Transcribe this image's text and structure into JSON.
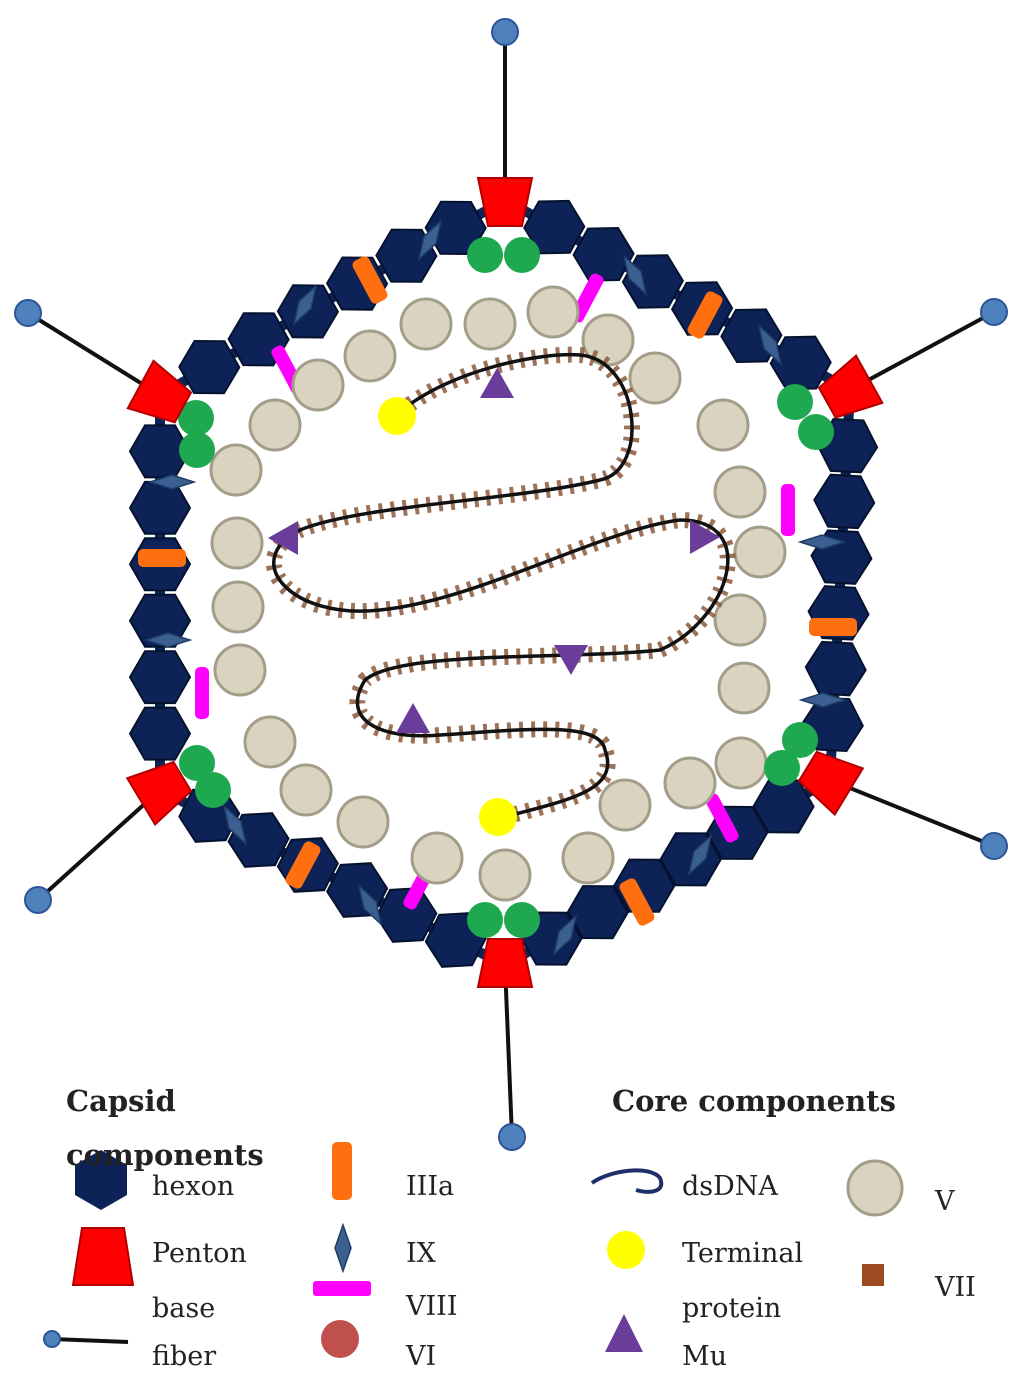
{
  "diagram": {
    "legend": {
      "capsid_heading": "Capsid",
      "capsid_heading_2": "components",
      "core_heading": "Core components",
      "items": {
        "hexon": "hexon",
        "penton": "Penton",
        "base": "base",
        "fiber": "fiber",
        "iiia": "IIIa",
        "ix": "IX",
        "viii": "VIII",
        "vi": "VI",
        "dsdna": "dsDNA",
        "terminal": "Terminal",
        "protein": "protein",
        "mu": "Mu",
        "v": "V",
        "vii": "VII"
      }
    },
    "colors": {
      "hexon": "#0d2257",
      "penton": "#ff0000",
      "penton_stroke": "#b00000",
      "fiber": "#111111",
      "fiber_knob": "#4f81bd",
      "iiia": "#ff6f0f",
      "ix": "#3b5f91",
      "viii": "#ff00ff",
      "vi": "#c0504d",
      "protein_v": "#d9d3c0",
      "protein_v_stroke": "#a39e8a",
      "dna": "#111111",
      "dna_legend": "#1f2f6b",
      "terminal": "#ffff00",
      "mu": "#6a3d9a",
      "vii": "#9c4a1f",
      "penton_green": "#1ea84f"
    },
    "icons": [
      "hexon-icon",
      "penton-icon",
      "fiber-icon",
      "iiia-icon",
      "ix-icon",
      "viii-icon",
      "vi-icon",
      "dsdna-icon",
      "terminal-protein-icon",
      "mu-icon",
      "protein-v-icon",
      "protein-vii-icon"
    ]
  }
}
